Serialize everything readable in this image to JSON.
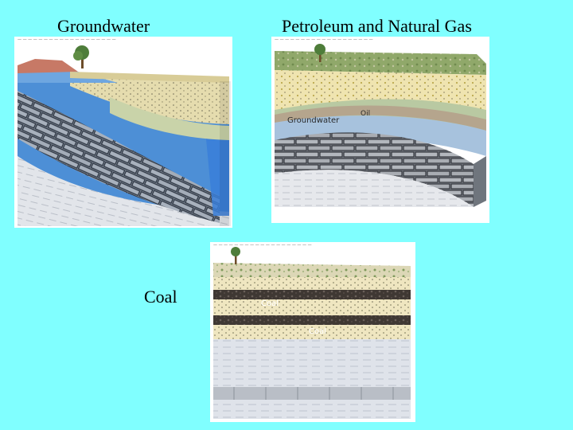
{
  "slide": {
    "background": "#80ffff",
    "captions": {
      "groundwater": "Groundwater",
      "petroleum": "Petroleum and Natural Gas",
      "coal": "Coal"
    }
  },
  "figures": {
    "groundwater": {
      "icon": "groundwater-block-diagram"
    },
    "petroleum": {
      "icon": "petroleum-block-diagram",
      "labels": {
        "groundwater": "Groundwater",
        "oil": "Oil"
      }
    },
    "coal": {
      "icon": "coal-block-diagram",
      "labels": {
        "coal_upper": "Coal",
        "coal_lower": "Coal"
      }
    }
  },
  "colors": {
    "water": "#4d8fd6",
    "rock_gray": "#7f8a99",
    "sand": "#efe4b0",
    "coal": "#3b3530"
  }
}
